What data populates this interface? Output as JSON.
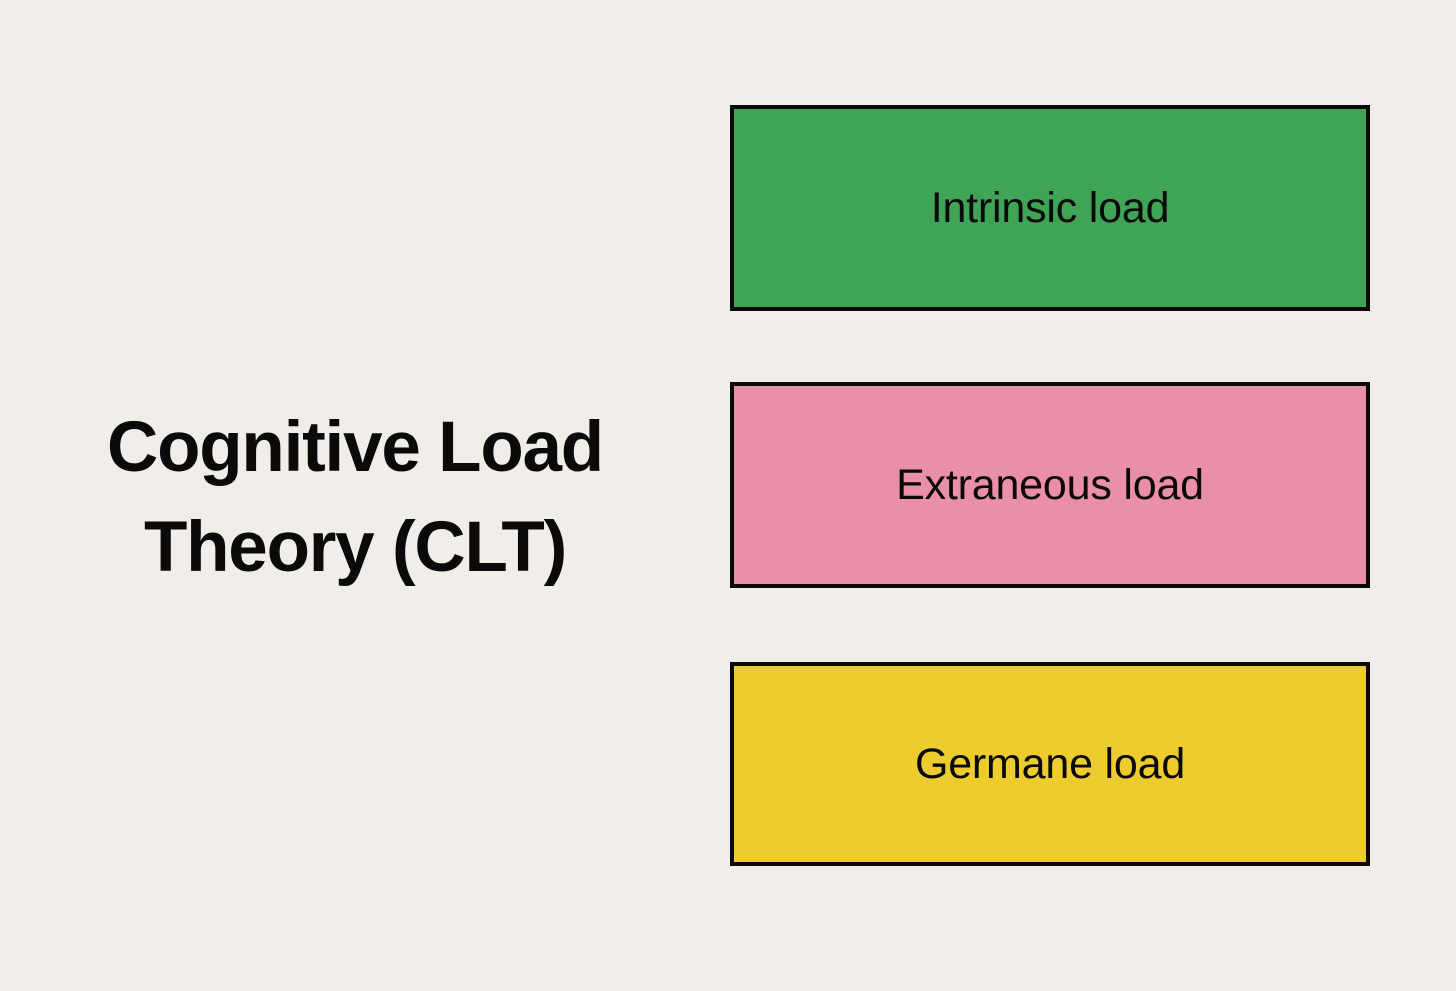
{
  "background_color": "#F1EEE9",
  "text_color": "#0A0A0A",
  "border_color": "#0A0A0A",
  "title": {
    "full_text": "Cognitive Load Theory (CLT)",
    "line1": "Cognitive Load",
    "line2": "Theory (CLT)"
  },
  "load_types": [
    {
      "id": "intrinsic",
      "label": "Intrinsic load",
      "fill_color": "#40A456"
    },
    {
      "id": "extraneous",
      "label": "Extraneous load",
      "fill_color": "#E98FA8"
    },
    {
      "id": "germane",
      "label": "Germane load",
      "fill_color": "#EECC2E"
    }
  ]
}
